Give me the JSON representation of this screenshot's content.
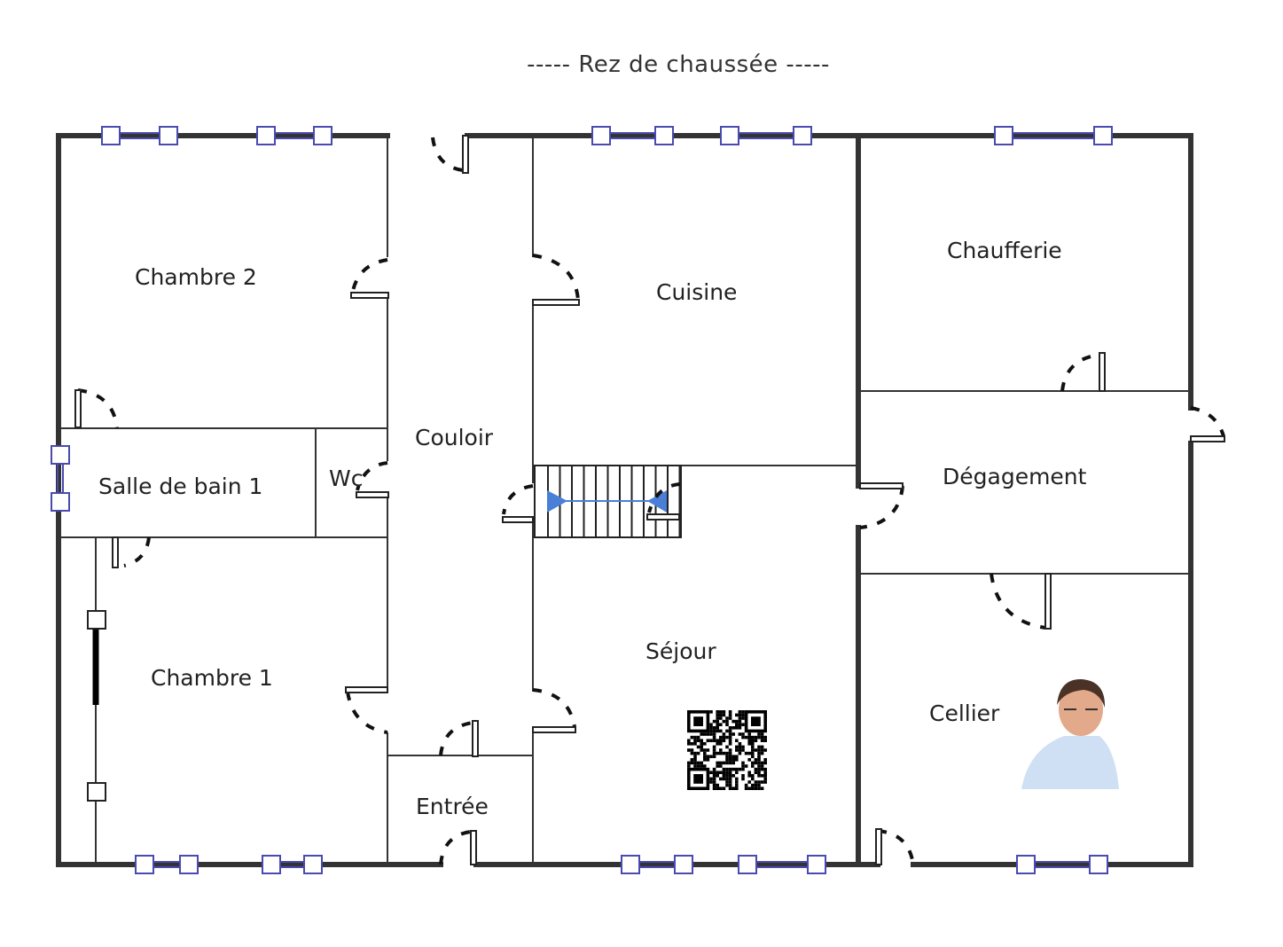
{
  "plan": {
    "title": "-----  Rez de chaussée  -----",
    "rooms": {
      "chambre2": "Chambre 2",
      "couloir": "Couloir",
      "cuisine": "Cuisine",
      "chaufferie": "Chaufferie",
      "salle_de_bain": "Salle de bain 1",
      "wc": "Wc",
      "degagement": "Dégagement",
      "sejour": "Séjour",
      "chambre1": "Chambre 1",
      "cellier": "Cellier",
      "entree": "Entrée"
    }
  },
  "colors": {
    "wall": "#333333",
    "window": "#4a4ab0",
    "stair_arrow": "#4a7fd8"
  }
}
